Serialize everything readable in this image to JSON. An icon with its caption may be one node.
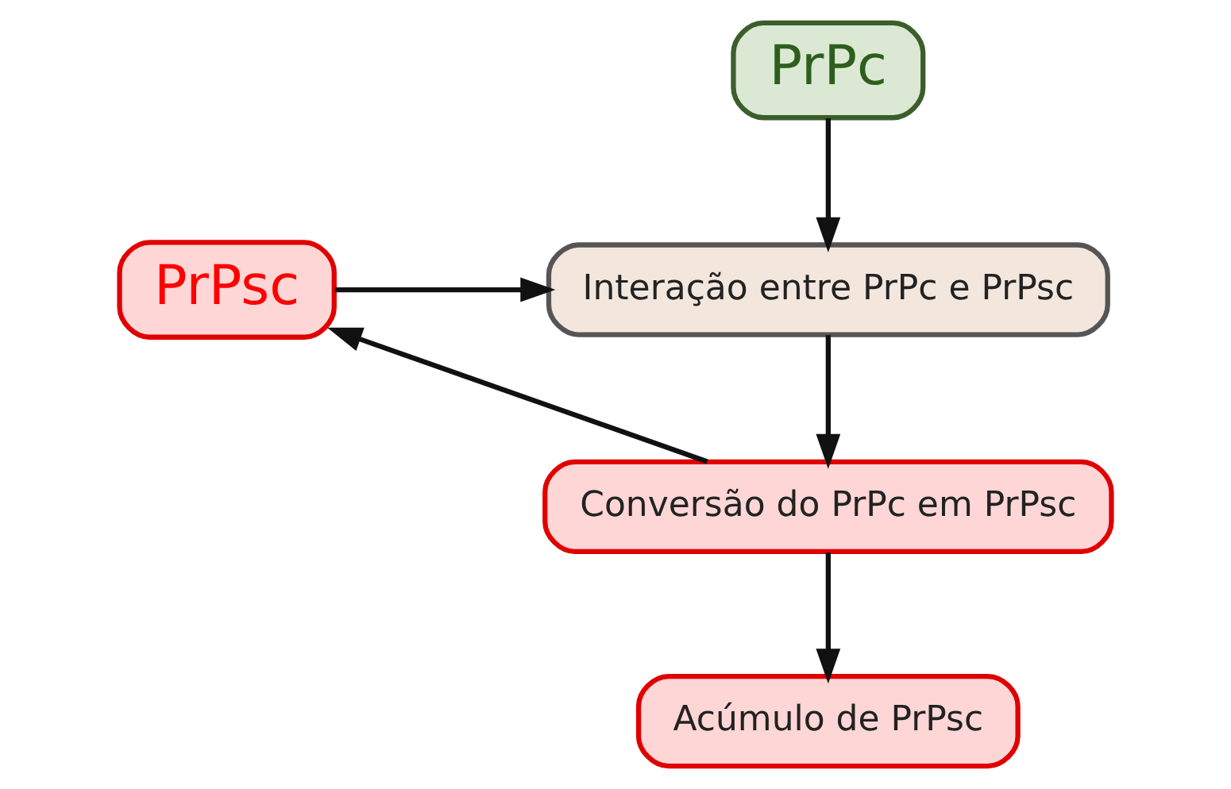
{
  "diagram": {
    "nodes": [
      {
        "text": [
          "PrPc"
        ]
      },
      {
        "text": [
          "Interação entre PrPc e PrPsc"
        ]
      },
      {
        "text": [
          "Conversão do PrPc em PrPsc"
        ]
      },
      {
        "text": [
          "PrPsc"
        ]
      },
      {
        "text": [
          "Acúmulo de PrPsc"
        ]
      }
    ],
    "edges": [
      {
        "from": 0,
        "to": 1,
        "arrow": "to"
      },
      {
        "from": 3,
        "to": 1,
        "arrow": "to"
      },
      {
        "from": 1,
        "to": 2,
        "arrow": "to"
      },
      {
        "from": 2,
        "to": 3,
        "arrow": "to"
      },
      {
        "from": 2,
        "to": 4,
        "arrow": "to"
      }
    ]
  }
}
